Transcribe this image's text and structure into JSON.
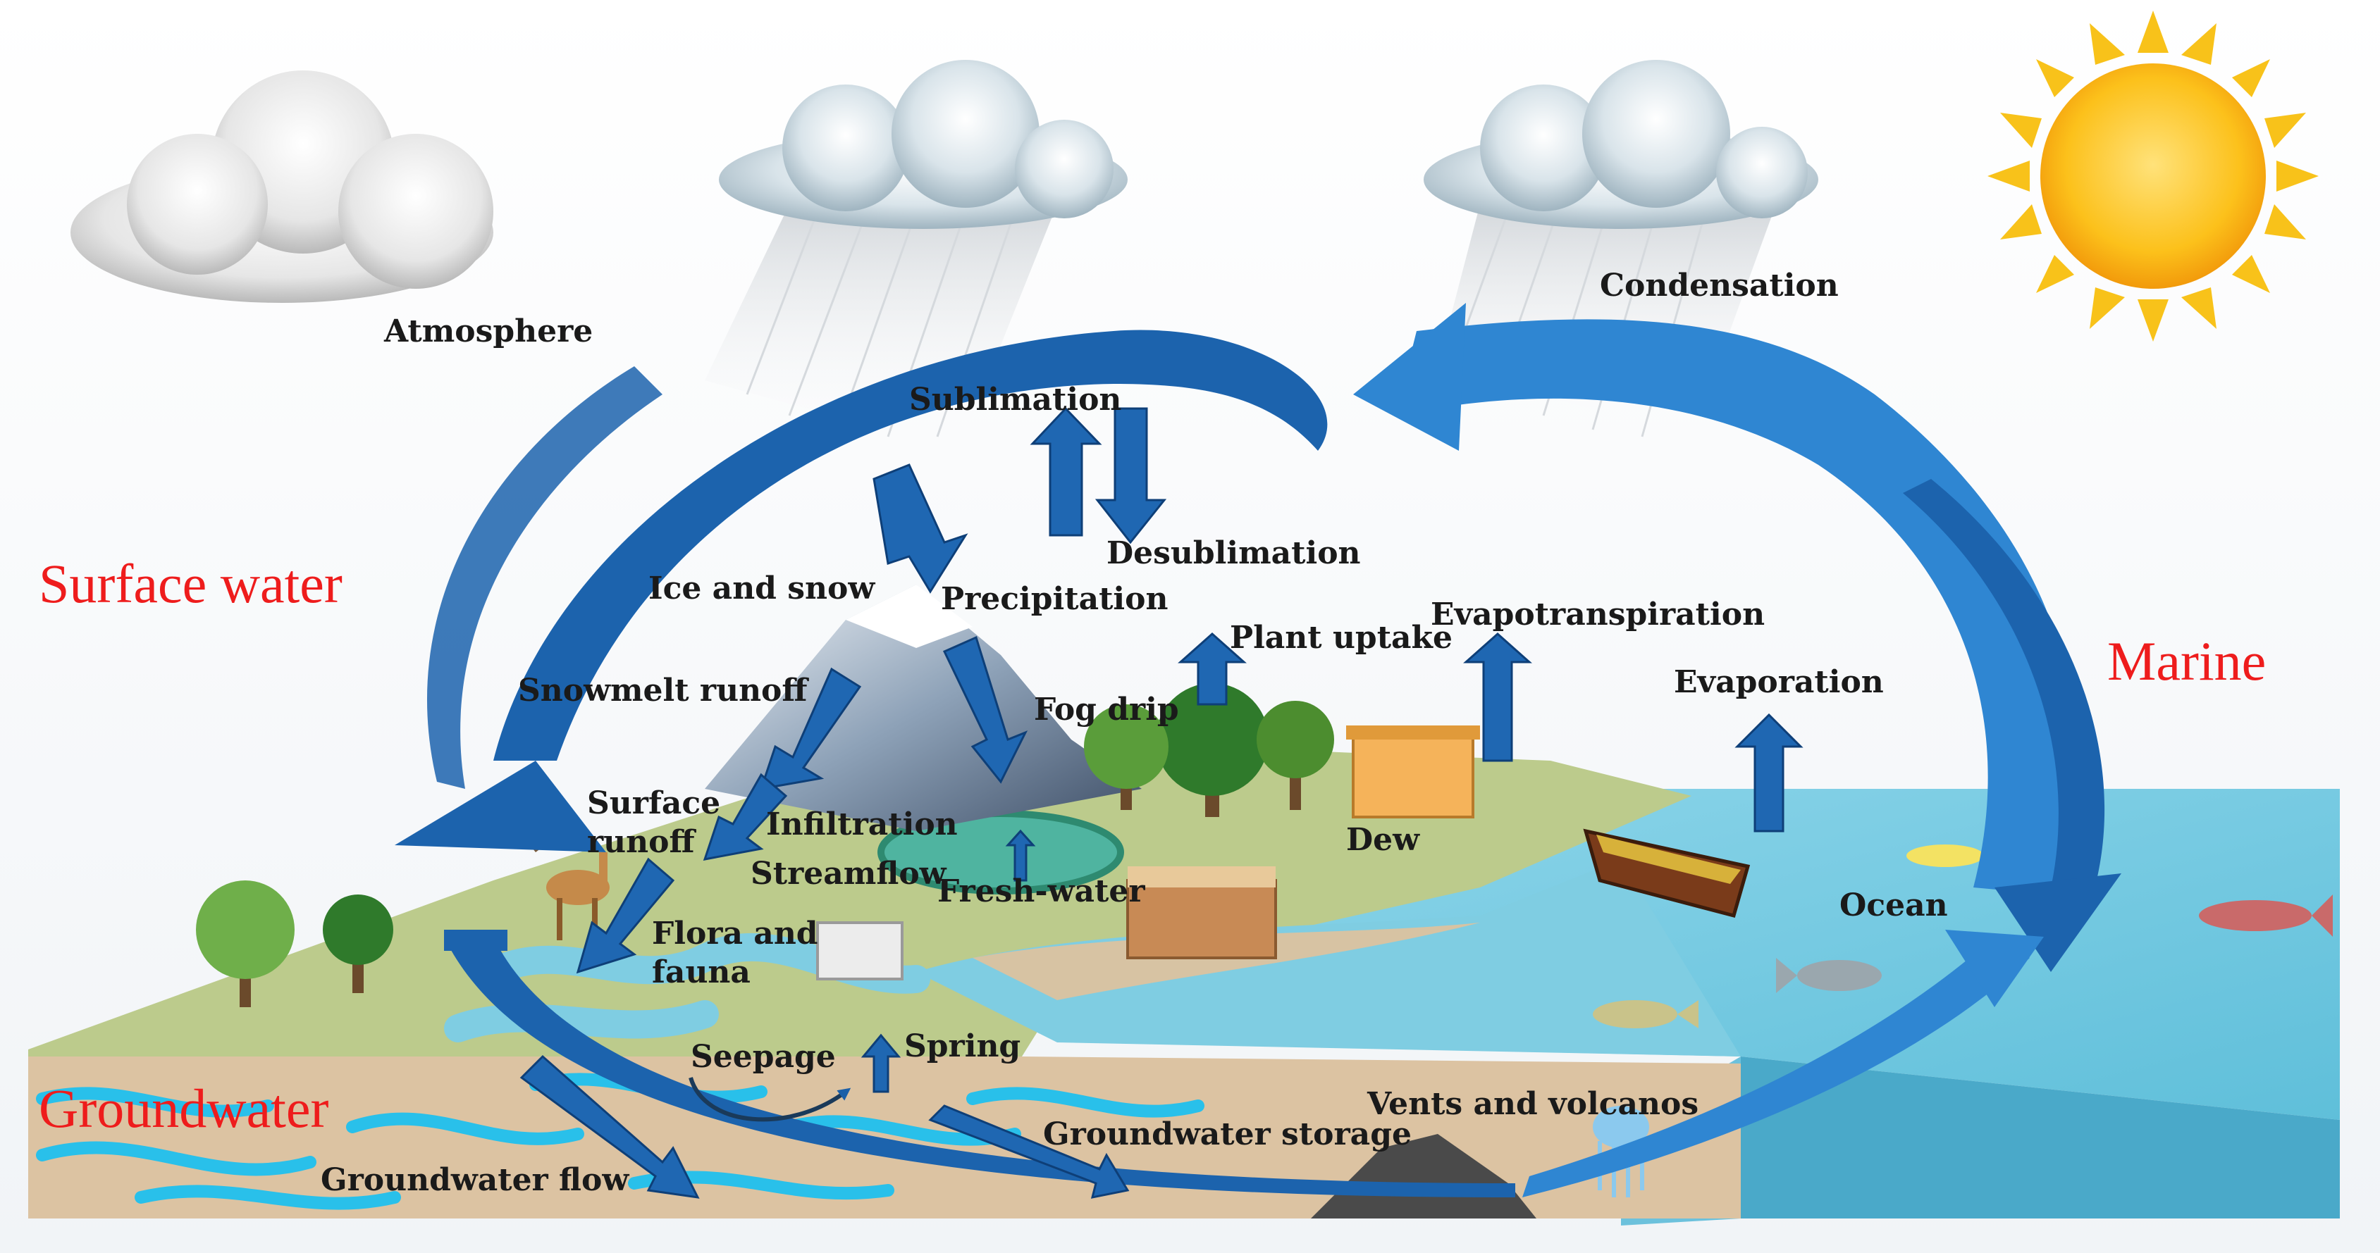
{
  "colors": {
    "arrow_blue": "#1a5fa8",
    "arrow_light": "#2f86d2",
    "land_green": "#b9c88a",
    "soil": "#dcc3a2",
    "water": "#7fcde2",
    "ocean_side": "#55b3d0",
    "label_red": "#ee1c1c",
    "sun": "#fbbb16"
  },
  "zones": {
    "surface_water": "Surface water",
    "groundwater": "Groundwater",
    "marine": "Marine"
  },
  "labels": {
    "atmosphere": "Atmosphere",
    "condensation": "Condensation",
    "sublimation": "Sublimation",
    "desublimation": "Desublimation",
    "ice_and_snow": "Ice and snow",
    "precipitation": "Precipitation",
    "plant_uptake": "Plant uptake",
    "evapotranspiration": "Evapotranspiration",
    "evaporation": "Evaporation",
    "snowmelt_runoff": "Snowmelt runoff",
    "fog_drip": "Fog drip",
    "surface": "Surface",
    "runoff": "runoff",
    "infiltration": "Infiltration",
    "streamflow": "Streamflow",
    "fresh_water": "Fresh-water",
    "dew": "Dew",
    "flora": "Flora and",
    "fauna": "fauna",
    "ocean": "Ocean",
    "seepage": "Seepage",
    "spring": "Spring",
    "vents_and_volcanos": "Vents and volcanos",
    "groundwater_storage": "Groundwater storage",
    "groundwater_flow": "Groundwater flow"
  },
  "icons": [
    "cloud-icon",
    "rain-cloud-icon",
    "sun-icon",
    "mountain-icon",
    "tree-icon",
    "building-icon",
    "boat-icon",
    "fish-icon",
    "deer-icon",
    "bird-icon",
    "jellyfish-icon",
    "volcano-icon"
  ]
}
